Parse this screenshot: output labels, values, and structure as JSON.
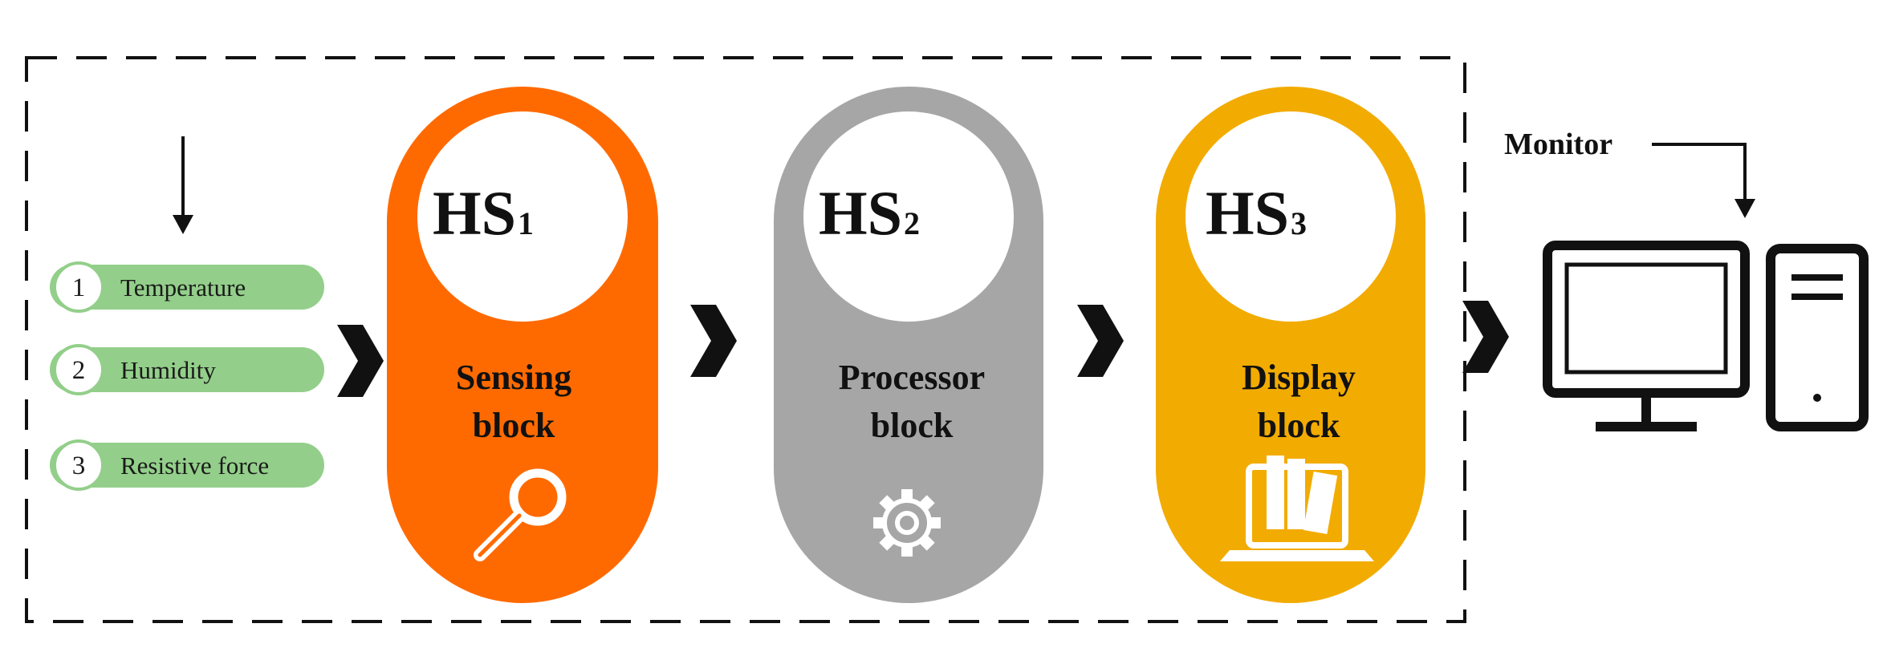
{
  "inputs": [
    {
      "number": "1",
      "label": "Temperature"
    },
    {
      "number": "2",
      "label": "Humidity"
    },
    {
      "number": "3",
      "label": "Resistive force"
    }
  ],
  "blocks": [
    {
      "hs": "HS",
      "sub": "1",
      "line1": "Sensing",
      "line2": "block",
      "color": "#ff6a00",
      "icon": "magnifier-icon"
    },
    {
      "hs": "HS",
      "sub": "2",
      "line1": "Processor",
      "line2": "block",
      "color": "#a6a6a6",
      "icon": "gear-icon"
    },
    {
      "hs": "HS",
      "sub": "3",
      "line1": "Display",
      "line2": "block",
      "color": "#f2ab00",
      "icon": "laptop-books-icon"
    }
  ],
  "monitor": {
    "label": "Monitor",
    "icon": "desktop-computer-icon"
  },
  "colors": {
    "input_pill": "#93cf8a",
    "chevron": "#111111",
    "dashed_border": "#111111"
  }
}
